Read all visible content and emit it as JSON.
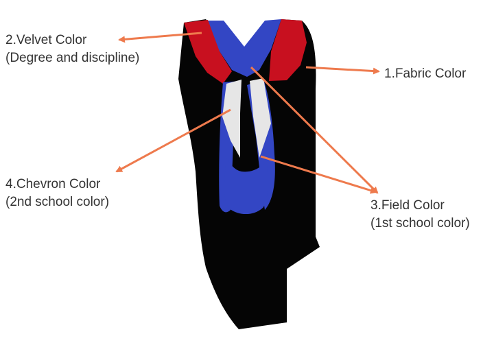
{
  "labels": {
    "fabric": {
      "title": "1.Fabric Color"
    },
    "velvet": {
      "title": "2.Velvet Color",
      "subtitle": "(Degree and discipline)"
    },
    "field": {
      "title": "3.Field Color",
      "subtitle": "(1st school color)"
    },
    "chevron": {
      "title": "4.Chevron Color",
      "subtitle": "(2nd school color)"
    }
  },
  "colors": {
    "fabric": "#050505",
    "velvet": "#c8101f",
    "field": "#3346c4",
    "chevron": "#e6e6e6",
    "arrow": "#ee7a4d",
    "text": "#333333"
  },
  "icons": {
    "product": "graduation-hood-icon",
    "pointer": "arrow-icon"
  }
}
